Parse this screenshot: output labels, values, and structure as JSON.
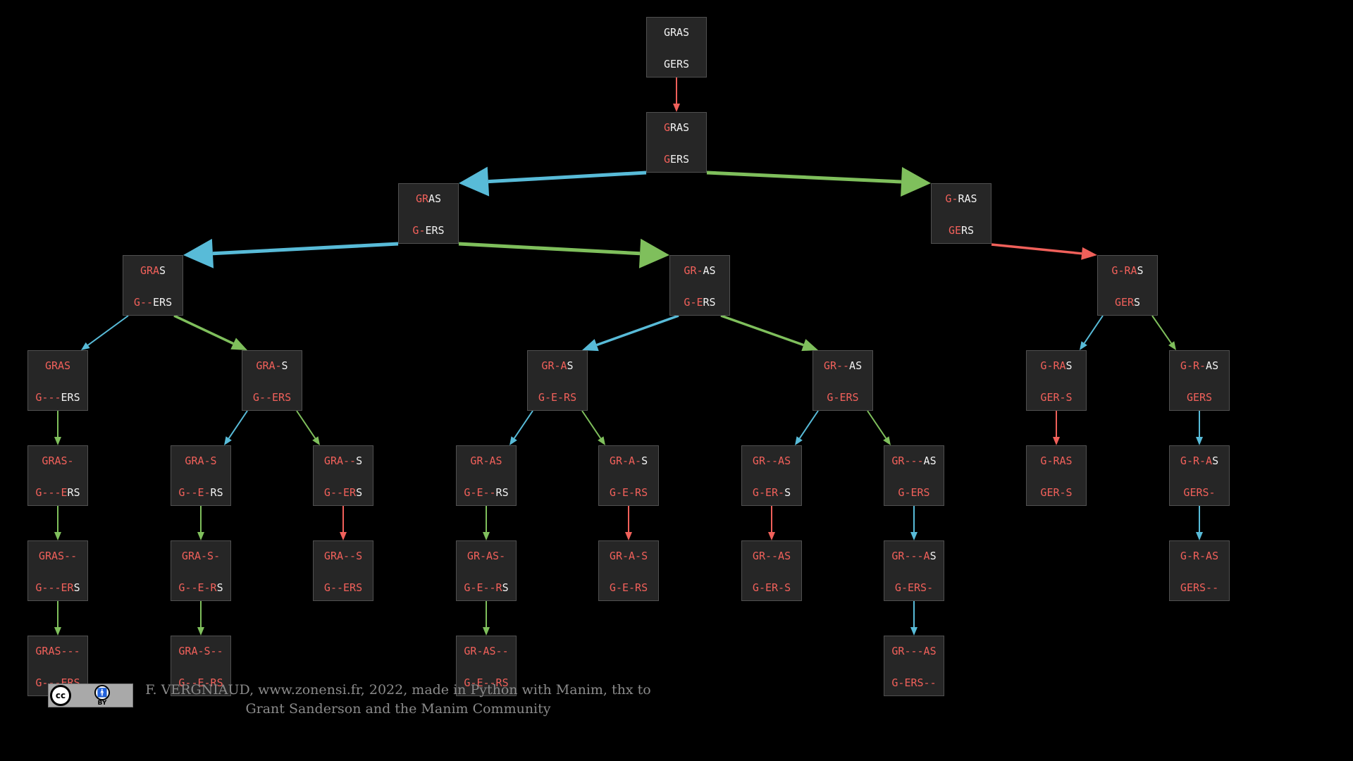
{
  "colors": {
    "background": "#000000",
    "node_fill": "#262626",
    "node_border": "#505050",
    "text_white": "#f2f2f2",
    "text_red": "#f0605a",
    "edge_blue": "#58bbd8",
    "edge_green": "#7fbf5c",
    "edge_red": "#f0605a",
    "footer_text": "#8a8a8a"
  },
  "nodes": [
    {
      "id": "n0",
      "top": "GRAS",
      "topMask": "wwww",
      "bottom": "GERS",
      "bottomMask": "wwww"
    },
    {
      "id": "n1",
      "top": "GRAS",
      "topMask": "rwww",
      "bottom": "GERS",
      "bottomMask": "rwww"
    },
    {
      "id": "n2",
      "top": "GRAS",
      "topMask": "rrww",
      "bottom": "G-ERS",
      "bottomMask": "rrwww"
    },
    {
      "id": "n3",
      "top": "G-RAS",
      "topMask": "rrwww",
      "bottom": "GERS",
      "bottomMask": "rrww"
    },
    {
      "id": "n4",
      "top": "GRAS",
      "topMask": "rrrw",
      "bottom": "G--ERS",
      "bottomMask": "rrrwww"
    },
    {
      "id": "n5",
      "top": "GR-AS",
      "topMask": "rrrww",
      "bottom": "G-ERS",
      "bottomMask": "rrrww"
    },
    {
      "id": "n6",
      "top": "G-RAS",
      "topMask": "rrrrw",
      "bottom": "GERS",
      "bottomMask": "rrrw"
    },
    {
      "id": "n7",
      "top": "GRAS",
      "topMask": "rrrr",
      "bottom": "G---ERS",
      "bottomMask": "rrrrwww"
    },
    {
      "id": "n8",
      "top": "GRA-S",
      "topMask": "rrrrw",
      "bottom": "G--ERS",
      "bottomMask": "rrrrrr"
    },
    {
      "id": "n9",
      "top": "GR-AS",
      "topMask": "rrrrw",
      "bottom": "G-E-RS",
      "bottomMask": "rrrrrr"
    },
    {
      "id": "n10",
      "top": "GR--AS",
      "topMask": "rrrrww",
      "bottom": "G-ERS",
      "bottomMask": "rrrrr"
    },
    {
      "id": "n11",
      "top": "G-RAS",
      "topMask": "rrrrw",
      "bottom": "GER-S",
      "bottomMask": "rrrrr"
    },
    {
      "id": "n12",
      "top": "G-R-AS",
      "topMask": "rrrrww",
      "bottom": "GERS",
      "bottomMask": "rrrr"
    },
    {
      "id": "n13",
      "top": "GRAS-",
      "topMask": "rrrrr",
      "bottom": "G---ERS",
      "bottomMask": "rrrrrww"
    },
    {
      "id": "n14",
      "top": "GRA-S",
      "topMask": "rrrrr",
      "bottom": "G--E-RS",
      "bottomMask": "rrrrrww"
    },
    {
      "id": "n15",
      "top": "GRA--S",
      "topMask": "rrrrrw",
      "bottom": "G--ERS",
      "bottomMask": "rrrrrw"
    },
    {
      "id": "n16",
      "top": "GR-AS",
      "topMask": "rrrrr",
      "bottom": "G-E--RS",
      "bottomMask": "rrrrrww"
    },
    {
      "id": "n17",
      "top": "GR-A-S",
      "topMask": "rrrrrw",
      "bottom": "G-E-RS",
      "bottomMask": "rrrrrr"
    },
    {
      "id": "n18",
      "top": "GR--AS",
      "topMask": "rrrrrr",
      "bottom": "G-ER-S",
      "bottomMask": "rrrrrw"
    },
    {
      "id": "n19",
      "top": "GR---AS",
      "topMask": "rrrrrww",
      "bottom": "G-ERS",
      "bottomMask": "rrrrr"
    },
    {
      "id": "n20",
      "top": "G-RAS",
      "topMask": "rrrrr",
      "bottom": "GER-S",
      "bottomMask": "rrrrr"
    },
    {
      "id": "n21",
      "top": "G-R-AS",
      "topMask": "rrrrrw",
      "bottom": "GERS-",
      "bottomMask": "rrrrr"
    },
    {
      "id": "n22",
      "top": "GRAS--",
      "topMask": "rrrrrr",
      "bottom": "G---ERS",
      "bottomMask": "rrrrrrw"
    },
    {
      "id": "n23",
      "top": "GRA-S-",
      "topMask": "rrrrrr",
      "bottom": "G--E-RS",
      "bottomMask": "rrrrrrw"
    },
    {
      "id": "n24",
      "top": "GRA--S",
      "topMask": "rrrrrr",
      "bottom": "G--ERS",
      "bottomMask": "rrrrrr"
    },
    {
      "id": "n25",
      "top": "GR-AS-",
      "topMask": "rrrrrr",
      "bottom": "G-E--RS",
      "bottomMask": "rrrrrrw"
    },
    {
      "id": "n26",
      "top": "GR-A-S",
      "topMask": "rrrrrr",
      "bottom": "G-E-RS",
      "bottomMask": "rrrrrr"
    },
    {
      "id": "n27",
      "top": "GR--AS",
      "topMask": "rrrrrr",
      "bottom": "G-ER-S",
      "bottomMask": "rrrrrr"
    },
    {
      "id": "n28",
      "top": "GR---AS",
      "topMask": "rrrrrrw",
      "bottom": "G-ERS-",
      "bottomMask": "rrrrrr"
    },
    {
      "id": "n29",
      "top": "G-RAS",
      "topMask": "rrrrr",
      "bottom": "GER-S",
      "bottomMask": "rrrrr"
    },
    {
      "id": "n30",
      "top": "G-R-AS",
      "topMask": "rrrrrr",
      "bottom": "GERS--",
      "bottomMask": "rrrrrr"
    },
    {
      "id": "n31",
      "top": "GRAS---",
      "topMask": "rrrrrrr",
      "bottom": "G---ERS",
      "bottomMask": "rrrrrrr"
    },
    {
      "id": "n32",
      "top": "GRA-S--",
      "topMask": "rrrrrrr",
      "bottom": "G--E-RS",
      "bottomMask": "rrrrrrr"
    },
    {
      "id": "n33",
      "top": "GR-AS--",
      "topMask": "rrrrrrr",
      "bottom": "G-E--RS",
      "bottomMask": "rrrrrrr"
    },
    {
      "id": "n34",
      "top": "GR---AS",
      "topMask": "rrrrrrr",
      "bottom": "G-ERS--",
      "bottomMask": "rrrrrrr"
    }
  ],
  "edges": [
    {
      "from": "n0",
      "to": "n1",
      "color": "red",
      "weight": "thin"
    },
    {
      "from": "n1",
      "to": "n2",
      "color": "blue",
      "weight": "thick"
    },
    {
      "from": "n1",
      "to": "n3",
      "color": "green",
      "weight": "thick"
    },
    {
      "from": "n2",
      "to": "n4",
      "color": "blue",
      "weight": "thick"
    },
    {
      "from": "n2",
      "to": "n5",
      "color": "green",
      "weight": "thick"
    },
    {
      "from": "n3",
      "to": "n6",
      "color": "red",
      "weight": "medium"
    },
    {
      "from": "n4",
      "to": "n7",
      "color": "blue",
      "weight": "thin"
    },
    {
      "from": "n4",
      "to": "n8",
      "color": "green",
      "weight": "medium"
    },
    {
      "from": "n5",
      "to": "n9",
      "color": "blue",
      "weight": "medium"
    },
    {
      "from": "n5",
      "to": "n10",
      "color": "green",
      "weight": "medium"
    },
    {
      "from": "n6",
      "to": "n11",
      "color": "blue",
      "weight": "thin"
    },
    {
      "from": "n6",
      "to": "n12",
      "color": "green",
      "weight": "thin"
    },
    {
      "from": "n7",
      "to": "n13",
      "color": "green",
      "weight": "thin"
    },
    {
      "from": "n8",
      "to": "n14",
      "color": "blue",
      "weight": "thin"
    },
    {
      "from": "n8",
      "to": "n15",
      "color": "green",
      "weight": "thin"
    },
    {
      "from": "n9",
      "to": "n16",
      "color": "blue",
      "weight": "thin"
    },
    {
      "from": "n9",
      "to": "n17",
      "color": "green",
      "weight": "thin"
    },
    {
      "from": "n10",
      "to": "n18",
      "color": "blue",
      "weight": "thin"
    },
    {
      "from": "n10",
      "to": "n19",
      "color": "green",
      "weight": "thin"
    },
    {
      "from": "n11",
      "to": "n20",
      "color": "red",
      "weight": "thin"
    },
    {
      "from": "n12",
      "to": "n21",
      "color": "blue",
      "weight": "thin"
    },
    {
      "from": "n13",
      "to": "n22",
      "color": "green",
      "weight": "thin"
    },
    {
      "from": "n14",
      "to": "n23",
      "color": "green",
      "weight": "thin"
    },
    {
      "from": "n15",
      "to": "n24",
      "color": "red",
      "weight": "thin"
    },
    {
      "from": "n16",
      "to": "n25",
      "color": "green",
      "weight": "thin"
    },
    {
      "from": "n17",
      "to": "n26",
      "color": "red",
      "weight": "thin"
    },
    {
      "from": "n18",
      "to": "n27",
      "color": "red",
      "weight": "thin"
    },
    {
      "from": "n19",
      "to": "n28",
      "color": "blue",
      "weight": "thin"
    },
    {
      "from": "n21",
      "to": "n30",
      "color": "blue",
      "weight": "thin"
    },
    {
      "from": "n22",
      "to": "n31",
      "color": "green",
      "weight": "thin"
    },
    {
      "from": "n23",
      "to": "n32",
      "color": "green",
      "weight": "thin"
    },
    {
      "from": "n25",
      "to": "n33",
      "color": "green",
      "weight": "thin"
    },
    {
      "from": "n28",
      "to": "n34",
      "color": "blue",
      "weight": "thin"
    }
  ],
  "footer": {
    "line1": "F. VERGNIAUD, www.zonensi.fr, 2022, made in Python with Manim, thx to",
    "line2": "Grant Sanderson and the Manim Community"
  },
  "license_badge": {
    "cc_label": "cc",
    "by_label": "BY",
    "icon": "creative-commons-by-icon"
  }
}
